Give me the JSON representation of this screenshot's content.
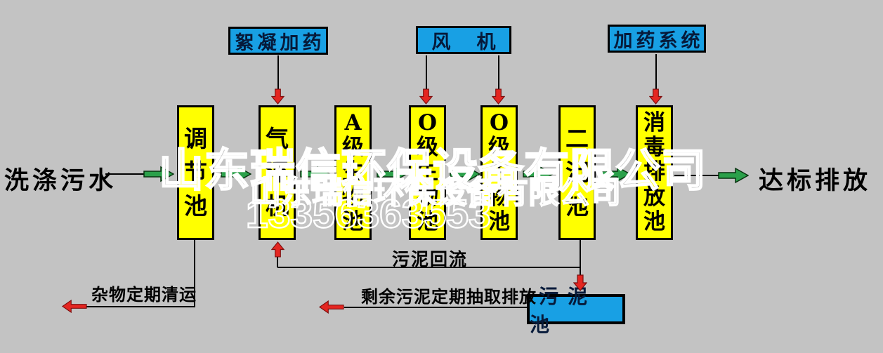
{
  "colors": {
    "background": "#c3c3c3",
    "tank_fill": "#ffff00",
    "equipment_fill": "#18a0e4",
    "flow_arrow_green": "#2ba04a",
    "dosing_arrow_red": "#e42621",
    "line_black": "#000000",
    "watermark_white": "#ffffff"
  },
  "watermark": {
    "company": "山东瑞信环保设备有限公司",
    "company_small": "山东瑞信环保设备有限公司",
    "phone": "13356363553"
  },
  "inlet": {
    "label": "洗涤污水"
  },
  "outlet": {
    "label": "达标排放"
  },
  "equipment_boxes": [
    {
      "label": "絮凝加药"
    },
    {
      "label": "风　机"
    },
    {
      "label": "加药系统"
    }
  ],
  "tanks": [
    {
      "label": "调节池"
    },
    {
      "label": "气浮机"
    },
    {
      "label": "A级生物池"
    },
    {
      "label": "O级生物池"
    },
    {
      "label": "O级生物池"
    },
    {
      "label": "二沉池"
    },
    {
      "label": "消毒排放池"
    }
  ],
  "sludge_tank": {
    "label": "污泥池"
  },
  "flow_labels": {
    "sludge_return": "污泥回流",
    "excess_sludge": "剩余污泥定期抽取排放",
    "debris_removal": "杂物定期清运"
  }
}
